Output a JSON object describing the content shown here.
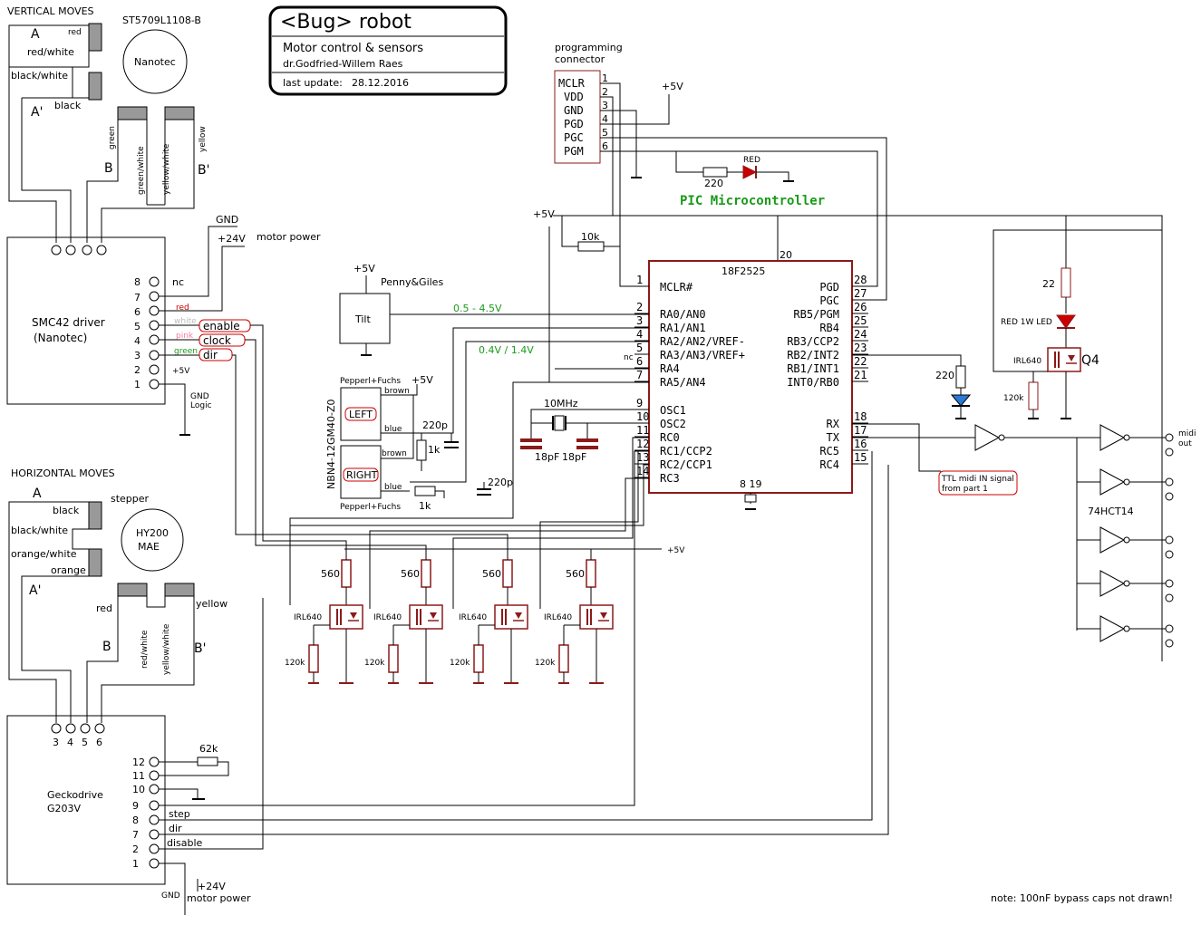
{
  "title": {
    "main": "<Bug> robot",
    "sub": "Motor control  & sensors",
    "author": "dr.Godfried-Willem Raes",
    "update_label": "last update:",
    "update_date": "28.12.2016"
  },
  "vertical": {
    "heading": "VERTICAL MOVES",
    "motor_part": "ST5709L1108-B",
    "motor_brand": "Nanotec",
    "coil_a": "A",
    "coil_a_prime": "A'",
    "coil_b": "B",
    "coil_b_prime": "B'",
    "wires": {
      "red": "red",
      "red_white": "red/white",
      "black_white": "black/white",
      "black": "black",
      "green": "green",
      "green_white": "green/white",
      "yellow_white": "yellow/white",
      "yellow": "yellow"
    },
    "gnd": "GND",
    "v24": "+24V",
    "motor_power": "motor power",
    "driver_name": "SMC42 driver",
    "driver_brand": "(Nanotec)",
    "pins": [
      "8",
      "7",
      "6",
      "5",
      "4",
      "3",
      "2",
      "1"
    ],
    "pin_nc": "nc",
    "pin2_label": "+5V",
    "gnd_logic_1": "GND",
    "gnd_logic_2": "Logic",
    "color_red": "red",
    "color_white": "white",
    "color_pink": "pink",
    "color_green": "green",
    "sig_enable": "enable",
    "sig_clock": "clock",
    "sig_dir": "dir"
  },
  "horizontal": {
    "heading": "HORIZONTAL MOVES",
    "stepper": "stepper",
    "motor_part": "HY200",
    "motor_brand": "MAE",
    "coil_a": "A",
    "coil_a_prime": "A'",
    "coil_b": "B",
    "coil_b_prime": "B'",
    "wires": {
      "black": "black",
      "black_white": "black/white",
      "orange_white": "orange/white",
      "orange": "orange",
      "red": "red",
      "red_white": "red/white",
      "yellow_white": "yellow/white",
      "yellow": "yellow"
    },
    "top_pins": [
      "3",
      "4",
      "5",
      "6"
    ],
    "driver_name": "Geckodrive",
    "driver_model": "G203V",
    "pins": [
      "12",
      "11",
      "10",
      "9",
      "8",
      "7",
      "2",
      "1"
    ],
    "r62k": "62k",
    "sig_step": "step",
    "sig_dir": "dir",
    "sig_disable": "disable",
    "gnd": "GND",
    "v24": "+24V",
    "motor_power": "motor power"
  },
  "programming": {
    "label1": "programming",
    "label2": "connector",
    "pins": [
      "MCLR",
      "VDD",
      "GND",
      "PGD",
      "PGC",
      "PGM"
    ],
    "nums": [
      "1",
      "2",
      "3",
      "4",
      "5",
      "6"
    ],
    "v5": "+5V",
    "r220": "220",
    "led_red": "RED"
  },
  "pic": {
    "heading": "PIC Microcontroller",
    "chip": "18F2525",
    "v5": "+5V",
    "r10k": "10k",
    "pin20": "20",
    "pins_gnd": "8  19",
    "left_pins": [
      {
        "n": "1",
        "name": "MCLR#"
      },
      {
        "n": "2",
        "name": "RA0/AN0"
      },
      {
        "n": "3",
        "name": "RA1/AN1"
      },
      {
        "n": "4",
        "name": "RA2/AN2/VREF-"
      },
      {
        "n": "5",
        "name": "RA3/AN3/VREF+"
      },
      {
        "n": "6",
        "name": "RA4"
      },
      {
        "n": "7",
        "name": "RA5/AN4"
      },
      {
        "n": "9",
        "name": "OSC1"
      },
      {
        "n": "10",
        "name": "OSC2"
      },
      {
        "n": "11",
        "name": "RC0"
      },
      {
        "n": "12",
        "name": "RC1/CCP2"
      },
      {
        "n": "13",
        "name": "RC2/CCP1"
      },
      {
        "n": "14",
        "name": "RC3"
      }
    ],
    "right_pins": [
      {
        "n": "28",
        "name": "PGD"
      },
      {
        "n": "27",
        "name": "PGC"
      },
      {
        "n": "26",
        "name": "RB5/PGM"
      },
      {
        "n": "25",
        "name": "RB4"
      },
      {
        "n": "24",
        "name": "RB3/CCP2"
      },
      {
        "n": "23",
        "name": "RB2/INT2"
      },
      {
        "n": "22",
        "name": "RB1/INT1"
      },
      {
        "n": "21",
        "name": "INT0/RB0"
      },
      {
        "n": "18",
        "name": "RX"
      },
      {
        "n": "17",
        "name": "TX"
      },
      {
        "n": "16",
        "name": "RC5"
      },
      {
        "n": "15",
        "name": "RC4"
      }
    ],
    "nc": "nc",
    "xtal": "10MHz",
    "c18a": "18pF",
    "c18b": "18pF"
  },
  "sensors": {
    "v5": "+5V",
    "tilt_brand": "Penny&Giles",
    "tilt": "Tilt",
    "tilt_range": "0.5 - 4.5V",
    "prox_brand_top": "Pepperl+Fuchs",
    "prox_brand_bot": "Pepperl+Fuchs",
    "prox_v5": "+5V",
    "prox_model": "NBN4-12GM40-Z0",
    "left": "LEFT",
    "right": "RIGHT",
    "brown": "brown",
    "blue": "blue",
    "prox_range": "0.4V / 1.4V",
    "c220p": "220p",
    "r1k": "1k"
  },
  "drivers_row": {
    "v5": "+5V",
    "r560": "560",
    "irl": "IRL640",
    "r120k": "120k"
  },
  "power_led": {
    "r22": "22",
    "led": "RED 1W LED",
    "irl": "IRL640",
    "q4": "Q4",
    "r120k": "120k",
    "r220": "220"
  },
  "midi": {
    "note1": "TTL midi IN signal",
    "note2": "from part 1",
    "chip": "74HCT14",
    "out1": "midi",
    "out2": "out"
  },
  "footer_note": "note: 100nF bypass caps not drawn!",
  "colors": {
    "chip_outline": "#8b1a1a",
    "signal_green": "#1a9a1a",
    "label_red": "#cc0000",
    "pic_heading": "#1a8a1a"
  }
}
